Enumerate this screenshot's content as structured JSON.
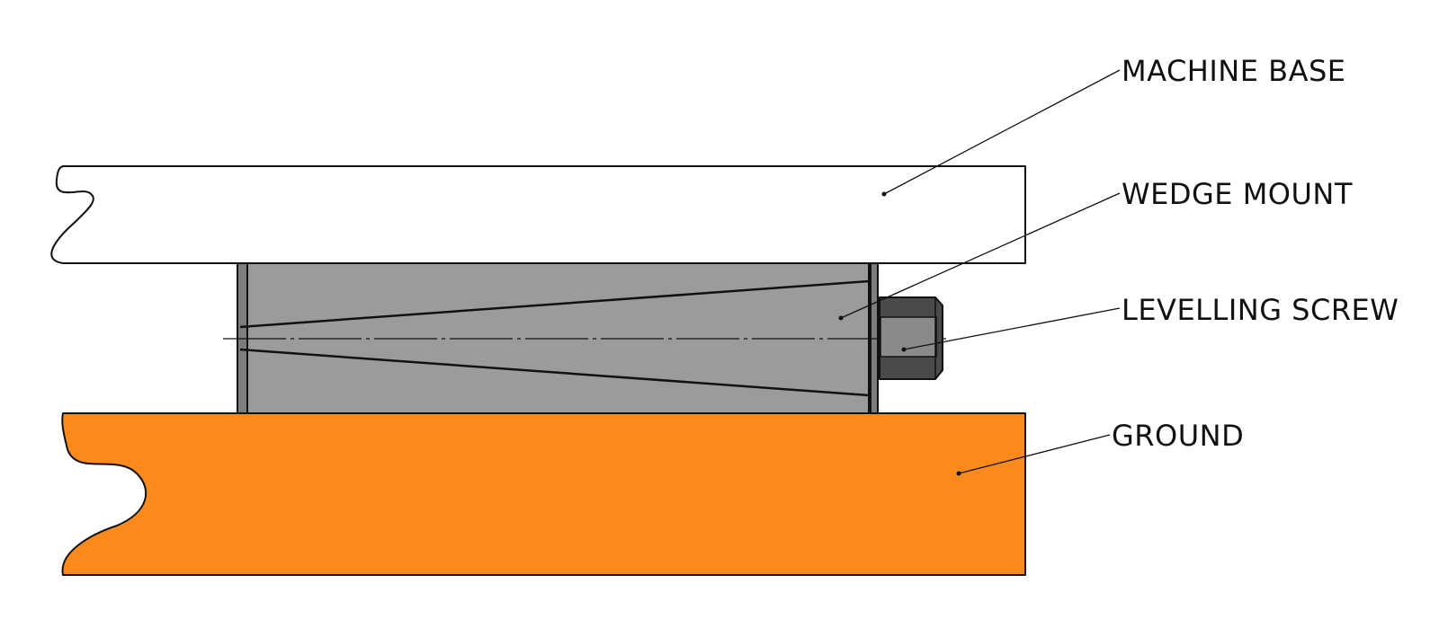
{
  "labels": {
    "machine_base": "MACHINE BASE",
    "wedge_mount": "WEDGE MOUNT",
    "levelling_screw": "LEVELLING SCREW",
    "ground": "GROUND"
  },
  "colors": {
    "machine_base_fill": "#ffffff",
    "wedge_body_fill": "#9b9b9b",
    "wedge_end_plate_fill": "#7d7d7d",
    "screw_head_fill": "#4a4a4a",
    "screw_head_face": "#8a8a8a",
    "ground_fill": "#fb8a1d",
    "outline": "#111111"
  }
}
